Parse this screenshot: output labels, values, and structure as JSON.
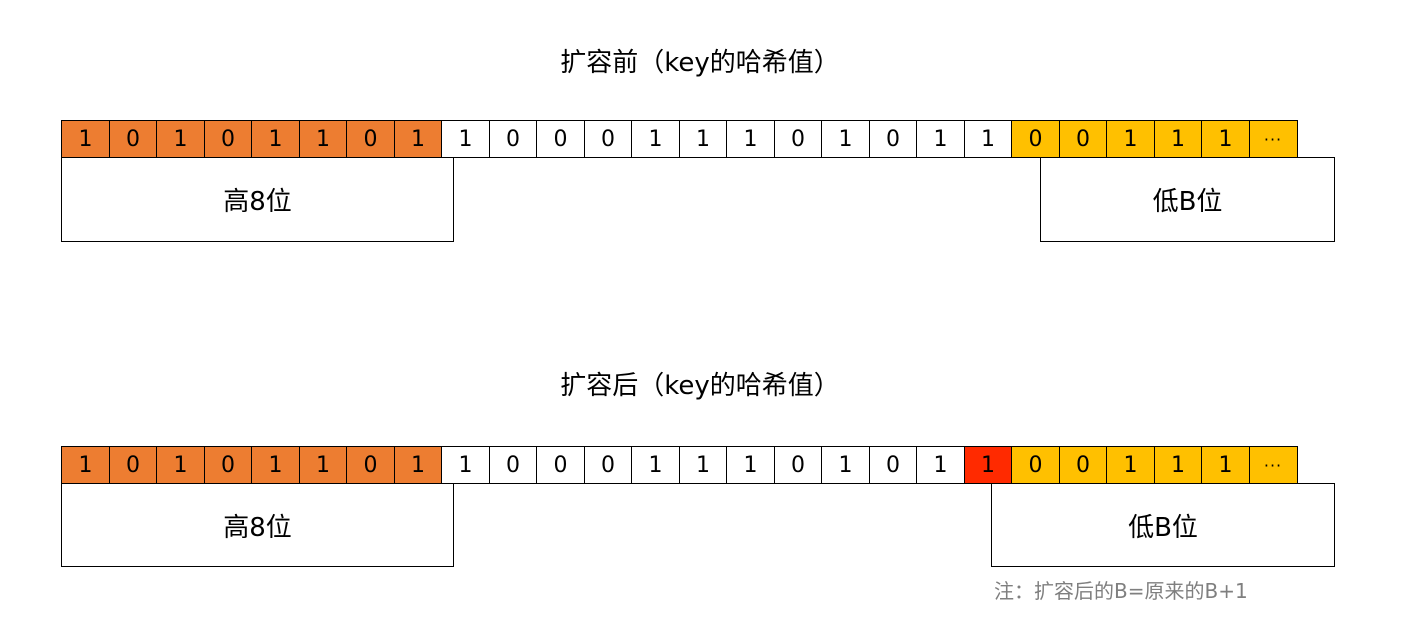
{
  "before": {
    "title": "扩容前（key的哈希值）",
    "cells": [
      {
        "v": "1",
        "c": "orange"
      },
      {
        "v": "0",
        "c": "orange"
      },
      {
        "v": "1",
        "c": "orange"
      },
      {
        "v": "0",
        "c": "orange"
      },
      {
        "v": "1",
        "c": "orange"
      },
      {
        "v": "1",
        "c": "orange"
      },
      {
        "v": "0",
        "c": "orange"
      },
      {
        "v": "1",
        "c": "orange"
      },
      {
        "v": "1",
        "c": "white"
      },
      {
        "v": "0",
        "c": "white"
      },
      {
        "v": "0",
        "c": "white"
      },
      {
        "v": "0",
        "c": "white"
      },
      {
        "v": "1",
        "c": "white"
      },
      {
        "v": "1",
        "c": "white"
      },
      {
        "v": "1",
        "c": "white"
      },
      {
        "v": "0",
        "c": "white"
      },
      {
        "v": "1",
        "c": "white"
      },
      {
        "v": "0",
        "c": "white"
      },
      {
        "v": "1",
        "c": "white"
      },
      {
        "v": "1",
        "c": "white"
      },
      {
        "v": "0",
        "c": "yellow"
      },
      {
        "v": "0",
        "c": "yellow"
      },
      {
        "v": "1",
        "c": "yellow"
      },
      {
        "v": "1",
        "c": "yellow"
      },
      {
        "v": "1",
        "c": "yellow"
      },
      {
        "v": "···",
        "c": "yellow"
      }
    ],
    "high_label": "高8位",
    "low_label": "低B位"
  },
  "after": {
    "title": "扩容后（key的哈希值）",
    "cells": [
      {
        "v": "1",
        "c": "orange"
      },
      {
        "v": "0",
        "c": "orange"
      },
      {
        "v": "1",
        "c": "orange"
      },
      {
        "v": "0",
        "c": "orange"
      },
      {
        "v": "1",
        "c": "orange"
      },
      {
        "v": "1",
        "c": "orange"
      },
      {
        "v": "0",
        "c": "orange"
      },
      {
        "v": "1",
        "c": "orange"
      },
      {
        "v": "1",
        "c": "white"
      },
      {
        "v": "0",
        "c": "white"
      },
      {
        "v": "0",
        "c": "white"
      },
      {
        "v": "0",
        "c": "white"
      },
      {
        "v": "1",
        "c": "white"
      },
      {
        "v": "1",
        "c": "white"
      },
      {
        "v": "1",
        "c": "white"
      },
      {
        "v": "0",
        "c": "white"
      },
      {
        "v": "1",
        "c": "white"
      },
      {
        "v": "0",
        "c": "white"
      },
      {
        "v": "1",
        "c": "white"
      },
      {
        "v": "1",
        "c": "red"
      },
      {
        "v": "0",
        "c": "yellow"
      },
      {
        "v": "0",
        "c": "yellow"
      },
      {
        "v": "1",
        "c": "yellow"
      },
      {
        "v": "1",
        "c": "yellow"
      },
      {
        "v": "1",
        "c": "yellow"
      },
      {
        "v": "···",
        "c": "yellow"
      }
    ],
    "high_label": "高8位",
    "low_label": "低B位"
  },
  "note": "注：扩容后的B=原来的B+1",
  "colors": {
    "orange": "#ed7d31",
    "yellow": "#ffc000",
    "red": "#ff2a00",
    "white": "#ffffff"
  }
}
